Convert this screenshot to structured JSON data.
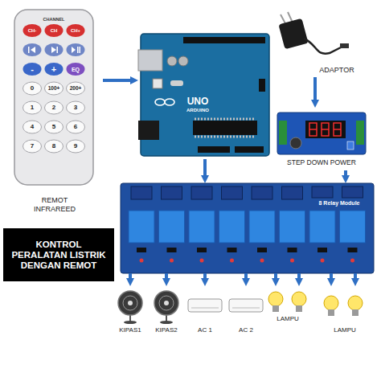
{
  "diagram": {
    "title": "KONTROL PERALATAN LISTRIK DENGAN REMOT",
    "nodes": [
      {
        "text": [
          "REMOT INFRAREED"
        ]
      },
      {
        "text": [
          "UNO",
          "ARDUINO"
        ]
      },
      {
        "text": [
          "ADAPTOR"
        ]
      },
      {
        "text": [
          "STEP DOWN POWER"
        ]
      },
      {
        "text": [
          "8 Relay Module"
        ]
      },
      {
        "text": [
          "KIPAS1"
        ]
      },
      {
        "text": [
          "KIPAS2"
        ]
      },
      {
        "text": [
          "AC 1"
        ]
      },
      {
        "text": [
          "AC 2"
        ]
      },
      {
        "text": [
          "LAMPU"
        ]
      },
      {
        "text": [
          "LAMPU"
        ]
      }
    ],
    "edges": [
      {
        "from": 0,
        "to": 1,
        "arrow": "to"
      },
      {
        "from": 2,
        "to": 3,
        "arrow": "to"
      },
      {
        "from": 1,
        "to": 4,
        "arrow": "to"
      },
      {
        "from": 3,
        "to": 4,
        "arrow": "to"
      },
      {
        "from": 4,
        "to": 5,
        "arrow": "to"
      },
      {
        "from": 4,
        "to": 6,
        "arrow": "to"
      },
      {
        "from": 4,
        "to": 7,
        "arrow": "to"
      },
      {
        "from": 4,
        "to": 8,
        "arrow": "to"
      },
      {
        "from": 4,
        "to": 9,
        "arrow": "to"
      },
      {
        "from": 4,
        "to": 9,
        "arrow": "to"
      },
      {
        "from": 4,
        "to": 10,
        "arrow": "to"
      },
      {
        "from": 4,
        "to": 10,
        "arrow": "to"
      }
    ],
    "labels": [
      "CHANNEL",
      "CH-",
      "CH",
      "CH+",
      "-",
      "+",
      "EQ",
      "0",
      "100+",
      "200+",
      "1",
      "2",
      "3",
      "4",
      "5",
      "6",
      "7",
      "8",
      "9"
    ]
  }
}
